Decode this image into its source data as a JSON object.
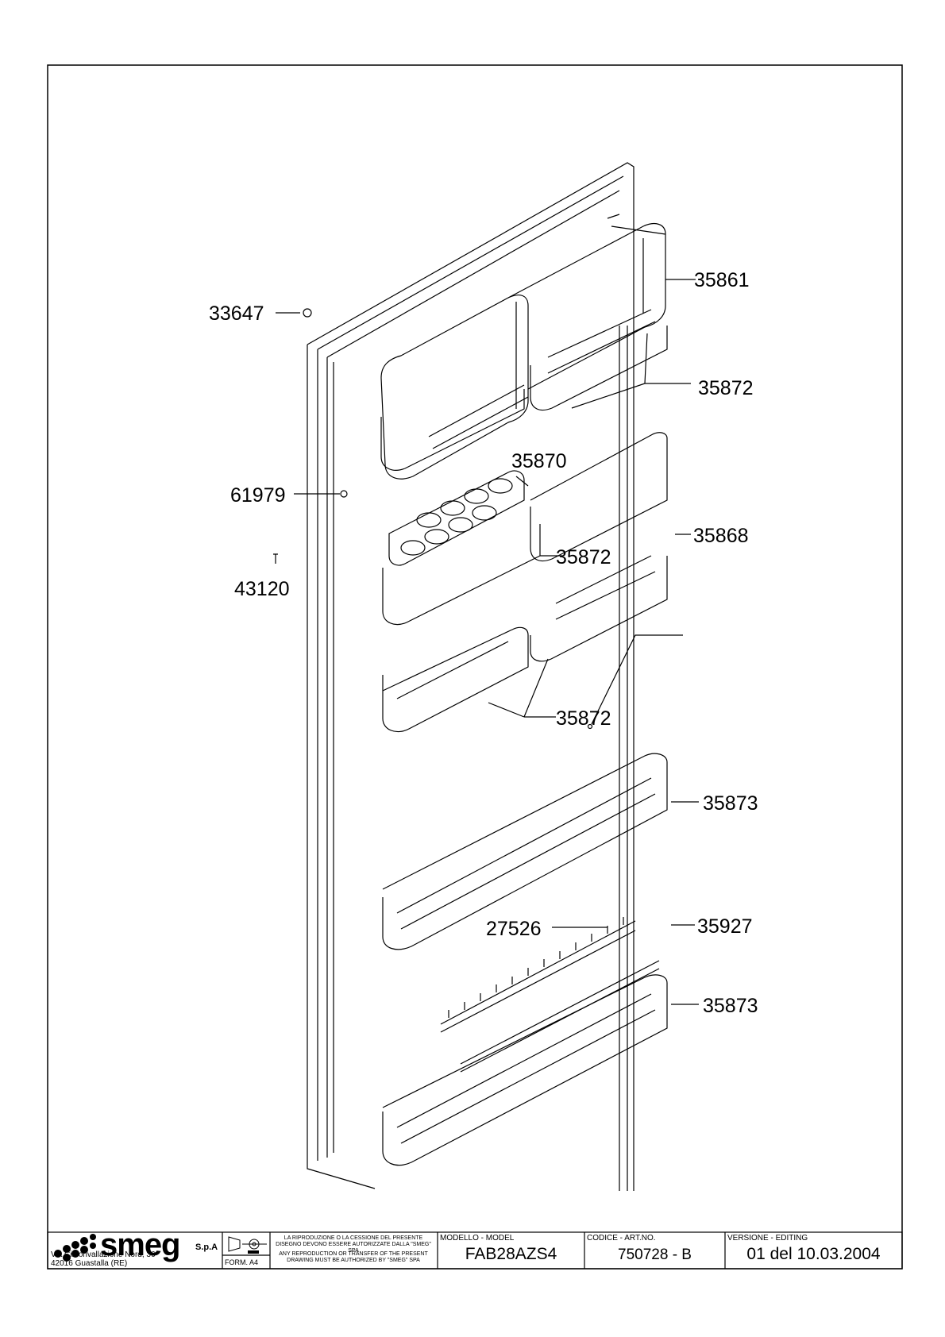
{
  "drawing": {
    "part_labels": [
      {
        "id": "p1",
        "text": "35861"
      },
      {
        "id": "p2",
        "text": "33647"
      },
      {
        "id": "p3",
        "text": "35872"
      },
      {
        "id": "p4",
        "text": "35870"
      },
      {
        "id": "p5",
        "text": "61979"
      },
      {
        "id": "p6",
        "text": "35868"
      },
      {
        "id": "p7",
        "text": "35872"
      },
      {
        "id": "p8",
        "text": "43120"
      },
      {
        "id": "p9",
        "text": "35872"
      },
      {
        "id": "p10",
        "text": "35873"
      },
      {
        "id": "p11",
        "text": "27526"
      },
      {
        "id": "p12",
        "text": "35927"
      },
      {
        "id": "p13",
        "text": "35873"
      }
    ]
  },
  "title_block": {
    "brand": "smeg",
    "brand_suffix": "S.p.A",
    "address_line1": "Via Circonvallazione Nord, 36",
    "address_line2": "42016  Guastalla (RE)",
    "format": "FORM. A4",
    "note_it": "LA RIPRODUZIONE O LA CESSIONE DEL PRESENTE DISEGNO DEVONO ESSERE AUTORIZZATE DALLA \"SMEG\" SPA",
    "note_en": "ANY REPRODUCTION OR TRANSFER OF THE PRESENT DRAWING MUST BE AUTHORIZED BY \"SMEG\" SPA",
    "model_label": "MODELLO - MODEL",
    "model_value": "FAB28AZS4",
    "code_label": "CODICE - ART.NO.",
    "code_value": "750728 - B",
    "version_label": "VERSIONE - EDITING",
    "version_value": "01 del 10.03.2004"
  }
}
